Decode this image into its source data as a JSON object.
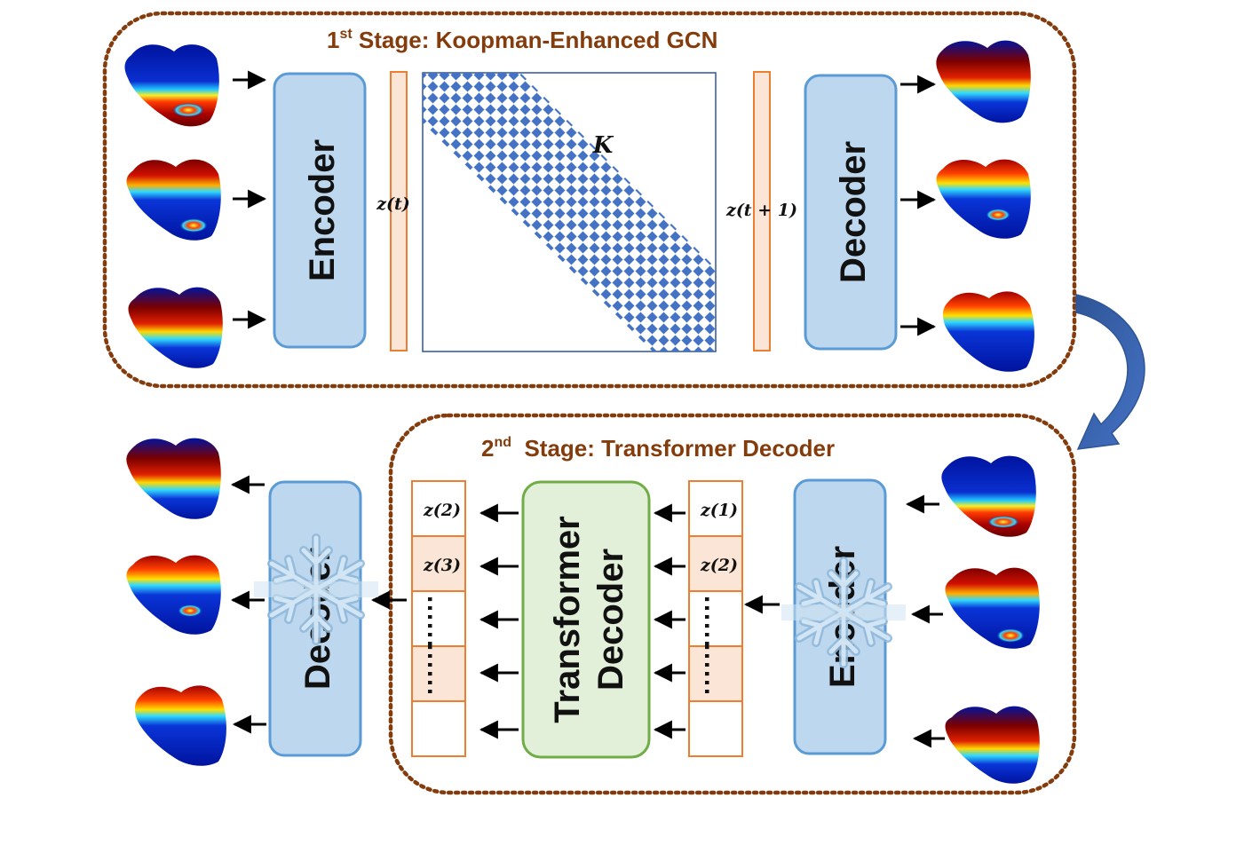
{
  "stage1": {
    "title_prefix": "1",
    "title_sup": "st",
    "title_text": " Stage: Koopman-Enhanced GCN",
    "encoder_label": "Encoder",
    "decoder_label": "Decoder",
    "latent_in_label": "z(t)",
    "latent_out_label": "z(t + 1)",
    "koopman_label": "K"
  },
  "stage2": {
    "title_prefix": "2",
    "title_sup": "nd",
    "title_text": "  Stage: Transformer Decoder",
    "encoder_label": "Encoder",
    "decoder_label": "Decoder",
    "transformer_line1": "Transformer",
    "transformer_line2": "Decoder",
    "input_tokens": [
      "z(1)",
      "z(2)",
      "⋯⋯",
      "⋯⋯",
      ""
    ],
    "output_tokens": [
      "z(2)",
      "z(3)",
      "⋯⋯",
      "⋯⋯",
      ""
    ]
  },
  "colors": {
    "frame": "#843c0c",
    "block_fill": "#bdd7ee",
    "block_stroke": "#5b9bd5",
    "latent_fill": "#fbe5d6",
    "latent_stroke": "#ed7d31",
    "transformer_fill": "#e2f0d9",
    "transformer_stroke": "#70ad47",
    "koopman": "#4472c4",
    "heart_base": "#00139e"
  }
}
